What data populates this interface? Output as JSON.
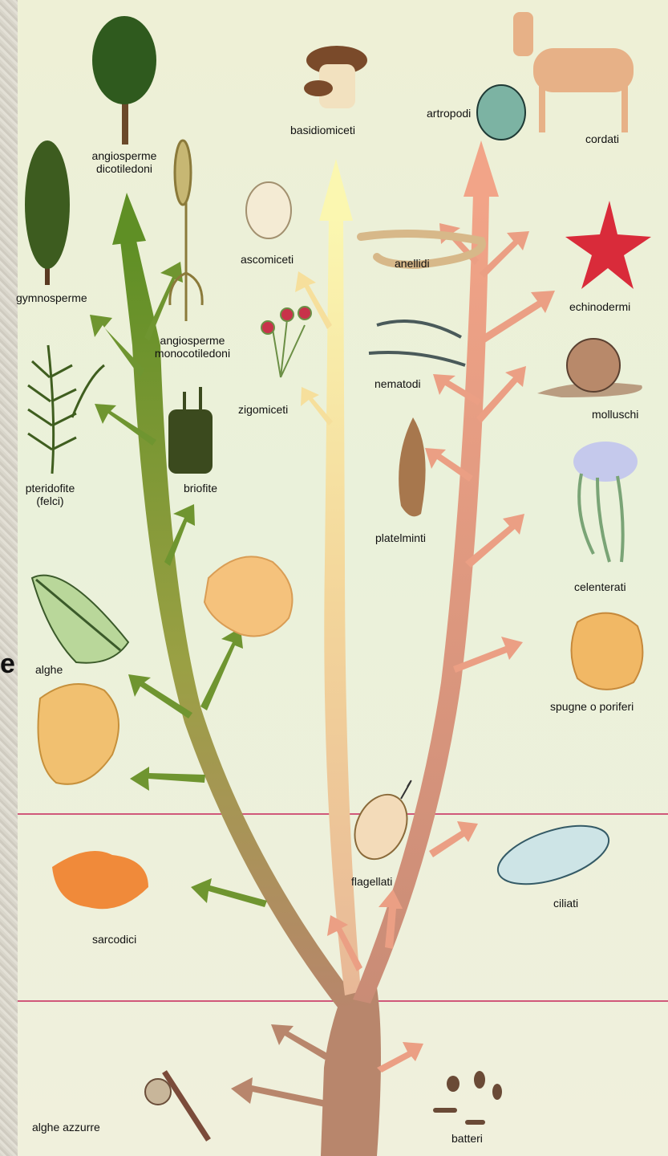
{
  "labels": {
    "angiosperme_dicotiledoni": "angiosperme\ndicotiledoni",
    "gymnosperme": "gymnosperme",
    "angiosperme_monocotiledoni": "angiosperme\nmonocotiledoni",
    "pteridofite": "pteridofite\n(felci)",
    "briofite": "briofite",
    "alghe": "alghe",
    "sarcodici": "sarcodici",
    "alghe_azzurre": "alghe azzurre",
    "basidiomiceti": "basidiomiceti",
    "ascomiceti": "ascomiceti",
    "zigomiceti": "zigomiceti",
    "artropodi": "artropodi",
    "cordati": "cordati",
    "anellidi": "anellidi",
    "echinodermi": "echinodermi",
    "nematodi": "nematodi",
    "molluschi": "molluschi",
    "platelminti": "platelminti",
    "celenterati": "celenterati",
    "spugne_o_poriferi": "spugne o poriferi",
    "flagellati": "flagellati",
    "ciliati": "ciliati",
    "batteri": "batteri"
  },
  "side_mark": "e",
  "colors": {
    "plant_branch": "#7f9a2e",
    "fungi_branch": "#f2e59a",
    "animal_branch": "#e9a68a",
    "trunk": "#b8866c",
    "divider": "#d0587a"
  }
}
